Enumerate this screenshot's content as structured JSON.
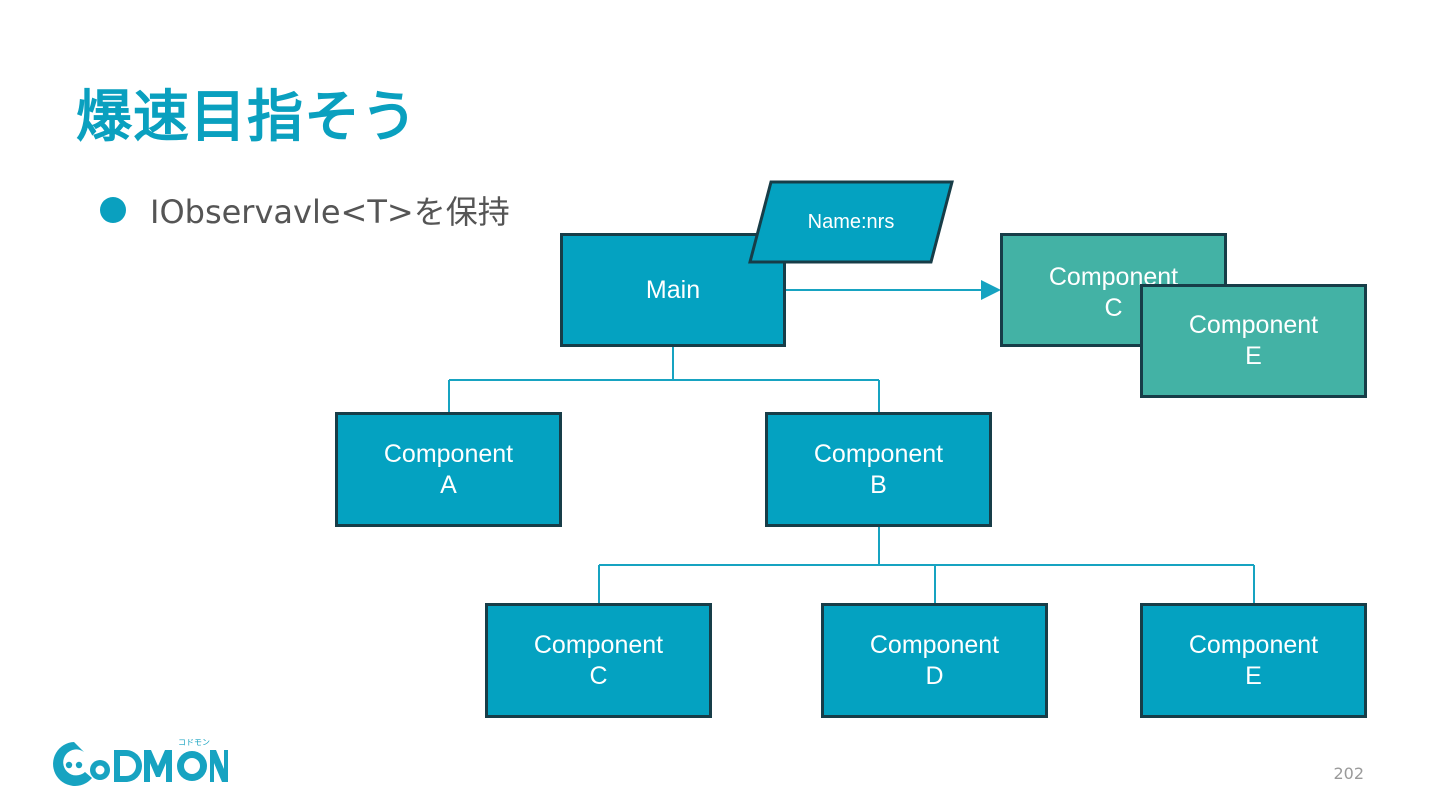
{
  "slide": {
    "title": "爆速目指そう",
    "bullets": [
      "IObservavle<T>を保持"
    ],
    "page_number": "202"
  },
  "diagram": {
    "main": "Main",
    "parameter": "Name:nrs",
    "component_a": "Component\nA",
    "component_b": "Component\nB",
    "component_c": "Component\nC",
    "component_d": "Component\nD",
    "component_e": "Component\nE",
    "linked_c": "Component\nC",
    "linked_e": "Component\nE"
  },
  "colors": {
    "accent": "#0aa0bf",
    "node_blue": "#04a2c1",
    "node_green": "#43b2a5",
    "node_border": "#173d48"
  },
  "logo": {
    "text": "CODMON",
    "ruby": "コドモン"
  }
}
